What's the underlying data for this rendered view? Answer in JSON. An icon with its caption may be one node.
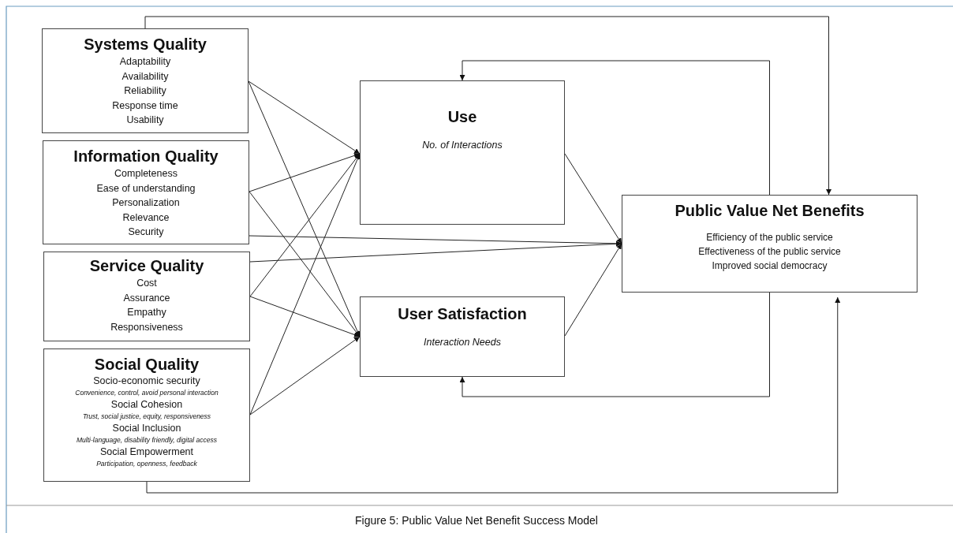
{
  "diagram": {
    "caption": "Figure 5: Public Value Net Benefit Success Model",
    "nodes": [
      {
        "text": [
          "Systems Quality",
          "Adaptability",
          "Availability",
          "Reliability",
          "Response time",
          "Usability"
        ]
      },
      {
        "text": [
          "Information Quality",
          "Completeness",
          "Ease of understanding",
          "Personalization",
          "Relevance",
          "Security"
        ]
      },
      {
        "text": [
          "Service Quality",
          "Cost",
          "Assurance",
          "Empathy",
          "Responsiveness"
        ]
      },
      {
        "text": [
          "Social Quality",
          "Socio-economic security",
          "Convenience, control, avoid personal interaction",
          "Social Cohesion",
          "Trust, social justice, equity, responsiveness",
          "Social Inclusion",
          "Multi-language, disability friendly, digital access",
          "Social Empowerment",
          "Participation, openness, feedback"
        ]
      },
      {
        "text": [
          "Use",
          "No. of Interactions"
        ]
      },
      {
        "text": [
          "User Satisfaction",
          "Interaction Needs"
        ]
      },
      {
        "text": [
          "Public Value Net Benefits",
          "Efficiency of the public service",
          "Effectiveness of the public service",
          "Improved social democracy"
        ]
      }
    ],
    "edges": [
      {
        "from": 0,
        "to": 4,
        "arrow": "to"
      },
      {
        "from": 0,
        "to": 5,
        "arrow": "to"
      },
      {
        "from": 1,
        "to": 4,
        "arrow": "to"
      },
      {
        "from": 1,
        "to": 5,
        "arrow": "to"
      },
      {
        "from": 1,
        "to": 6,
        "arrow": "to"
      },
      {
        "from": 2,
        "to": 4,
        "arrow": "to"
      },
      {
        "from": 2,
        "to": 5,
        "arrow": "to"
      },
      {
        "from": 2,
        "to": 6,
        "arrow": "to"
      },
      {
        "from": 3,
        "to": 4,
        "arrow": "to"
      },
      {
        "from": 3,
        "to": 5,
        "arrow": "to"
      },
      {
        "from": 4,
        "to": 6,
        "arrow": "to"
      },
      {
        "from": 5,
        "to": 6,
        "arrow": "to"
      },
      {
        "from": 0,
        "to": 6,
        "arrow": "to"
      },
      {
        "from": 3,
        "to": 6,
        "arrow": "to"
      },
      {
        "from": 6,
        "to": 4,
        "arrow": "to"
      },
      {
        "from": 6,
        "to": 5,
        "arrow": "to"
      }
    ]
  }
}
